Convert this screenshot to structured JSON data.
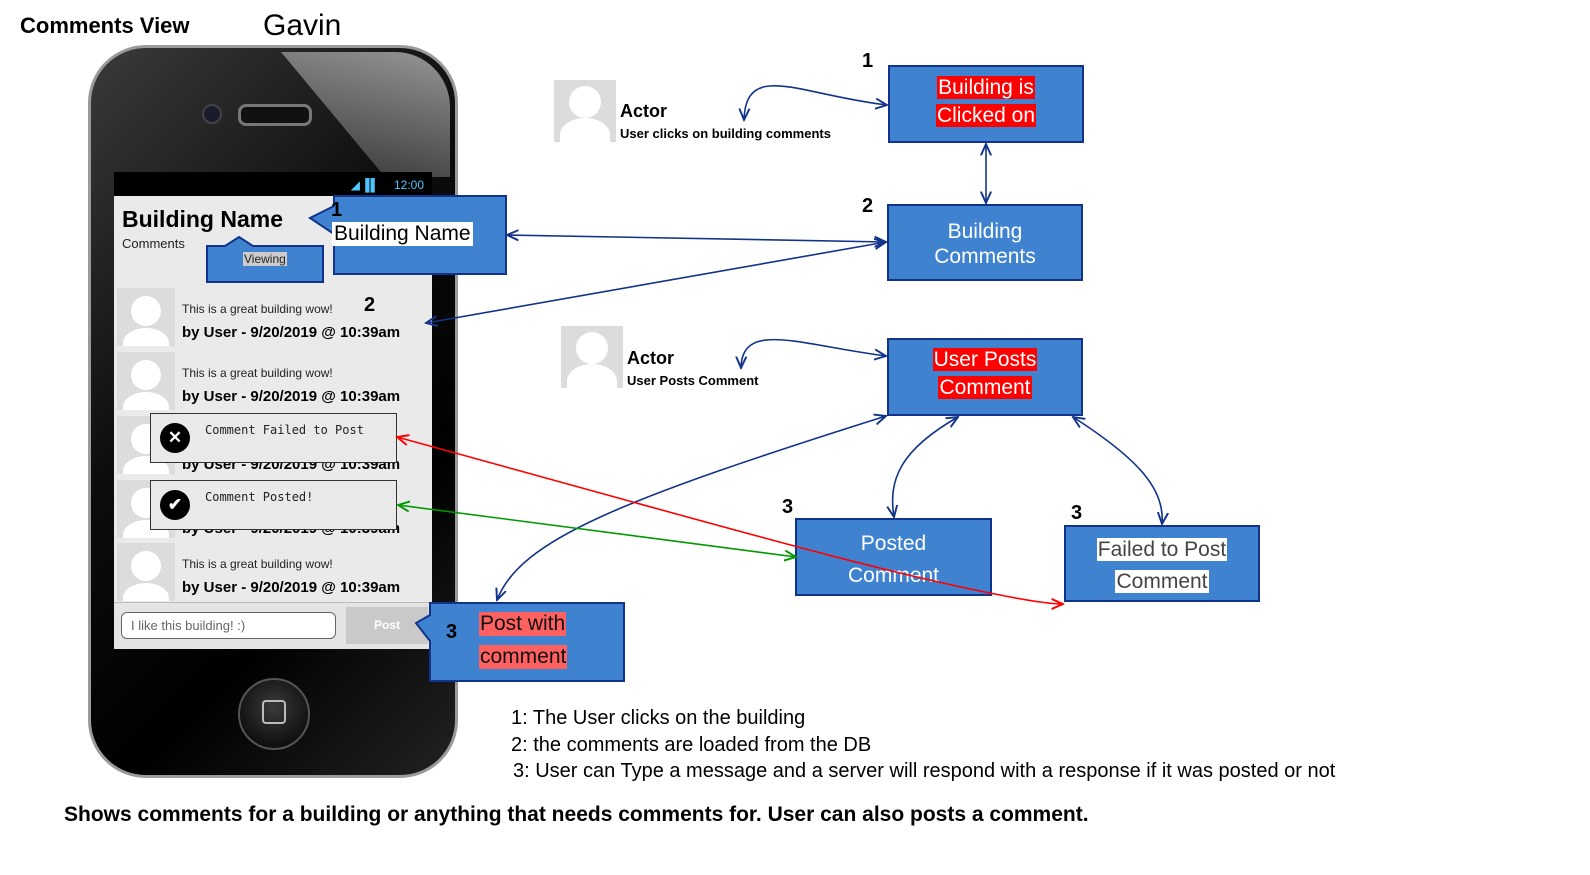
{
  "header": {
    "view_title": "Comments View",
    "author": "Gavin"
  },
  "phone": {
    "status_time": "12:00",
    "status_icons": "wifi-signal-battery",
    "title": "Building Name",
    "subtitle": "Comments",
    "comments": [
      {
        "text": "This is a great building wow!",
        "by": "by User - 9/20/2019 @ 10:39am"
      },
      {
        "text": "This is a great building wow!",
        "by": "by User - 9/20/2019 @ 10:39am"
      },
      {
        "text": "",
        "by": "by User - 9/20/2019 @ 10:39am"
      },
      {
        "text": "",
        "by": "by User - 9/20/2019 @ 10:39am"
      },
      {
        "text": "This is a great building wow!",
        "by": "by User - 9/20/2019 @ 10:39am"
      }
    ],
    "toast_failed": "Comment Failed to Post",
    "toast_posted": "Comment Posted!",
    "input_placeholder": "I like this building! :)",
    "post_label": "Post"
  },
  "callouts": {
    "building_name": {
      "num": "1",
      "label": "Building Name"
    },
    "viewing": "Viewing",
    "comment_num": "2",
    "post": {
      "num": "3",
      "line1": "Post with",
      "line2": "comment"
    }
  },
  "flow": {
    "actor1": {
      "name": "Actor",
      "desc": "User clicks on building comments"
    },
    "actor2": {
      "name": "Actor",
      "desc": "User Posts Comment"
    },
    "clicked": {
      "num": "1",
      "line1": "Building is",
      "line2": "Clicked on"
    },
    "comments": {
      "num": "2",
      "line1": "Building",
      "line2": "Comments"
    },
    "user_posts": {
      "line1": "User Posts",
      "line2": "Comment"
    },
    "posted": {
      "num": "3",
      "line1": "Posted",
      "line2": "Comment"
    },
    "failed": {
      "num": "3",
      "line1": "Failed to Post",
      "line2": "Comment"
    }
  },
  "notes": [
    "1: The User clicks on the building",
    "2: the comments are loaded from the DB",
    "3: User can Type a message and a server will respond with a response if it was posted or not"
  ],
  "footer": "Shows comments for a building or anything that needs comments for. User can also posts a comment.",
  "colors": {
    "box_fill": "#3f82d0",
    "box_border": "#12338a",
    "highlight_red": "#ff0000",
    "arrow_navy": "#12338a",
    "arrow_red": "#ff0000",
    "arrow_green": "#009900"
  }
}
